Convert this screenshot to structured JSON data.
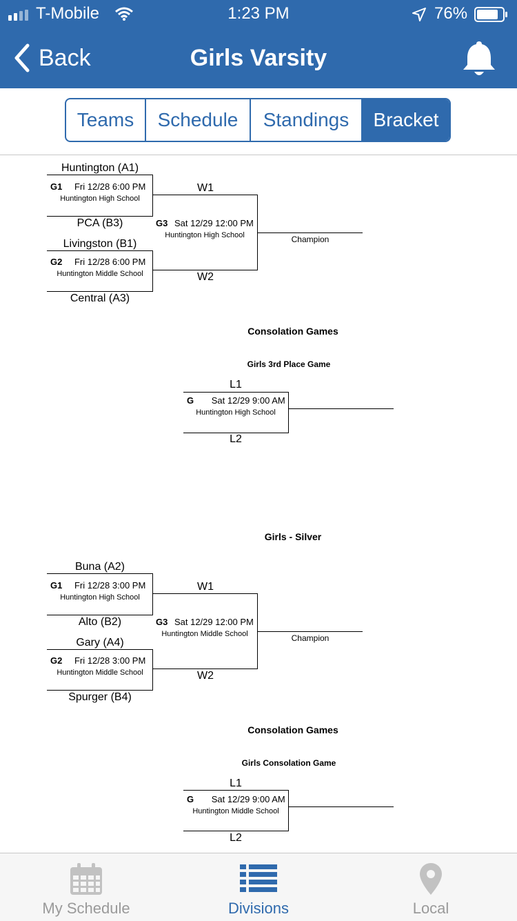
{
  "status_bar": {
    "carrier": "T-Mobile",
    "time": "1:23 PM",
    "battery": "76%"
  },
  "nav": {
    "back_label": "Back",
    "title": "Girls Varsity"
  },
  "segments": [
    "Teams",
    "Schedule",
    "Standings",
    "Bracket"
  ],
  "selected_segment": "Bracket",
  "bracket1": {
    "g1": {
      "team_top": "Huntington (A1)",
      "id": "G1",
      "datetime": "Fri 12/28  6:00 PM",
      "venue": "Huntington High School",
      "team_bottom": "PCA (B3)"
    },
    "g2": {
      "team_top": "Livingston (B1)",
      "id": "G2",
      "datetime": "Fri 12/28  6:00 PM",
      "venue": "Huntington Middle School",
      "team_bottom": "Central (A3)"
    },
    "g3": {
      "top": "W1",
      "id": "G3",
      "datetime": "Sat 12/29  12:00 PM",
      "venue": "Huntington High School",
      "bottom": "W2"
    },
    "champion": "Champion"
  },
  "consolation1": {
    "heading": "Consolation Games",
    "subheading": "Girls 3rd Place Game",
    "game": {
      "top": "L1",
      "id": "G",
      "datetime": "Sat 12/29  9:00 AM",
      "venue": "Huntington High School",
      "bottom": "L2"
    }
  },
  "silver_heading": "Girls - Silver",
  "bracket2": {
    "g1": {
      "team_top": "Buna (A2)",
      "id": "G1",
      "datetime": "Fri 12/28  3:00 PM",
      "venue": "Huntington High School",
      "team_bottom": "Alto (B2)"
    },
    "g2": {
      "team_top": "Gary (A4)",
      "id": "G2",
      "datetime": "Fri 12/28  3:00 PM",
      "venue": "Huntington Middle School",
      "team_bottom": "Spurger (B4)"
    },
    "g3": {
      "top": "W1",
      "id": "G3",
      "datetime": "Sat 12/29  12:00 PM",
      "venue": "Huntington Middle School",
      "bottom": "W2"
    },
    "champion": "Champion"
  },
  "consolation2": {
    "heading": "Consolation Games",
    "subheading": "Girls Consolation Game",
    "game": {
      "top": "L1",
      "id": "G",
      "datetime": "Sat 12/29  9:00 AM",
      "venue": "Huntington Middle School",
      "bottom": "L2"
    }
  },
  "tabbar": {
    "items": [
      {
        "label": "My Schedule",
        "icon": "calendar-icon"
      },
      {
        "label": "Divisions",
        "icon": "list-icon"
      },
      {
        "label": "Local",
        "icon": "location-pin-icon"
      }
    ],
    "selected": "Divisions"
  },
  "colors": {
    "brand": "#2f6aad",
    "tab_inactive": "#9a9a9a",
    "divider": "#c8c8c8"
  }
}
